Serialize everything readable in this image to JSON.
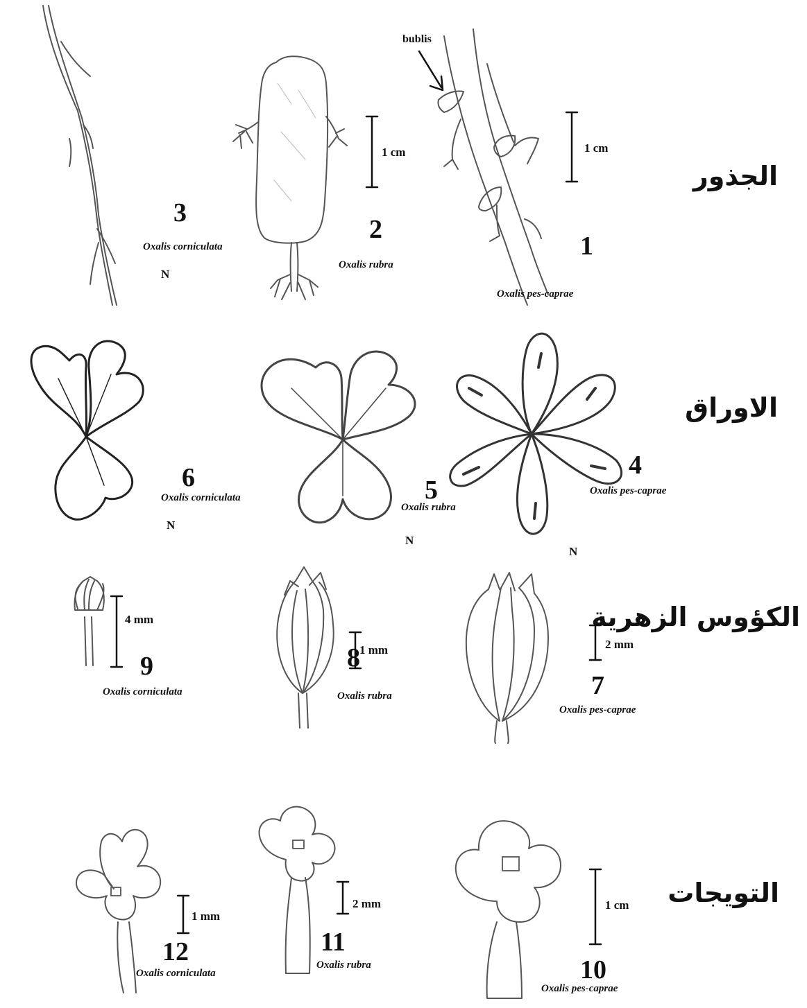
{
  "rows": {
    "roots": "الجذور",
    "leaves": "الاوراق",
    "sepals": "الكؤوس الزهرية",
    "petals": "التويجات"
  },
  "annotation": "bublis",
  "species": {
    "pes_caprae": "Oxalis pes-caprae",
    "rubra": "Oxalis rubra",
    "corniculata": "Oxalis corniculata"
  },
  "figures": {
    "f1": "1",
    "f2": "2",
    "f3": "3",
    "f4": "4",
    "f5": "5",
    "f6": "6",
    "f7": "7",
    "f8": "8",
    "f9": "9",
    "f10": "10",
    "f11": "11",
    "f12": "12"
  },
  "north": "N",
  "scales": {
    "s1": "1 cm",
    "s2": "1 cm",
    "s7": "2 mm",
    "s8": "1 mm",
    "s9": "4 mm",
    "s10": "1 cm",
    "s11": "2 mm",
    "s12": "1 mm"
  }
}
